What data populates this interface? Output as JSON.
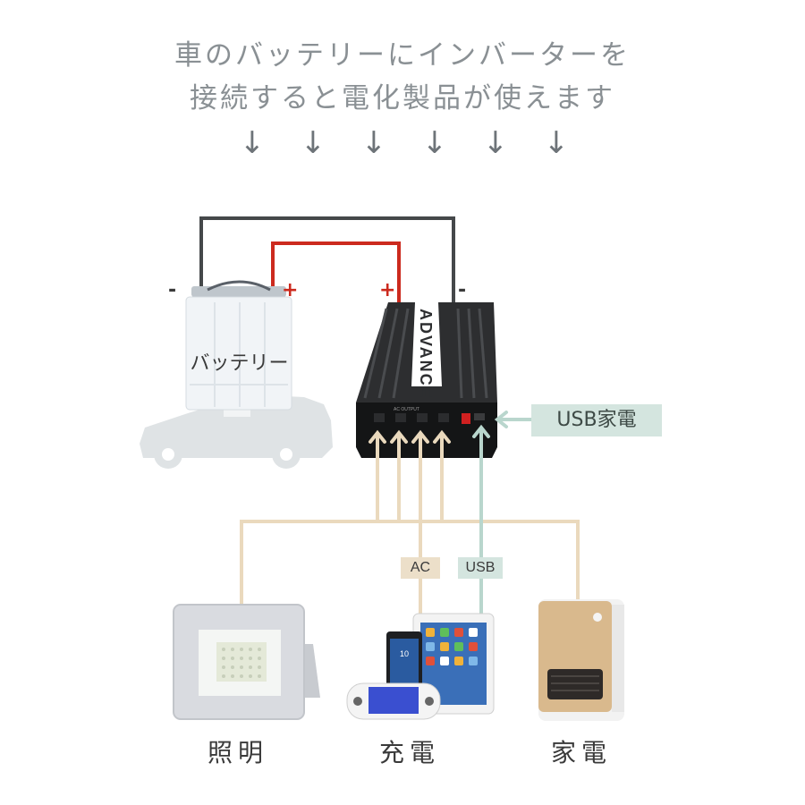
{
  "headline": {
    "line1": "車のバッテリーにインバーターを",
    "line2": "接続すると電化製品が使えます"
  },
  "arrows": [
    "↓",
    "↓",
    "↓",
    "↓",
    "↓",
    "↓"
  ],
  "battery": {
    "label": "バッテリー",
    "minus": "-",
    "plus": "+"
  },
  "inverter": {
    "brand": "ADVANCE",
    "minus": "-",
    "plus": "+",
    "panel_text": "AC OUTPUT"
  },
  "tags": {
    "usb_appliance": "USB家電",
    "ac": "AC",
    "usb": "USB"
  },
  "captions": {
    "light": "照明",
    "charge": "充電",
    "appliance": "家電"
  },
  "tablet": {
    "time": "10"
  },
  "colors": {
    "positive_wire": "#cc2a1e",
    "negative_wire": "#45484a",
    "ac_line": "#ead9bd",
    "usb_line": "#b9d6cd",
    "car_silhouette": "#dfe3e5",
    "heading_text": "#8a9094"
  }
}
